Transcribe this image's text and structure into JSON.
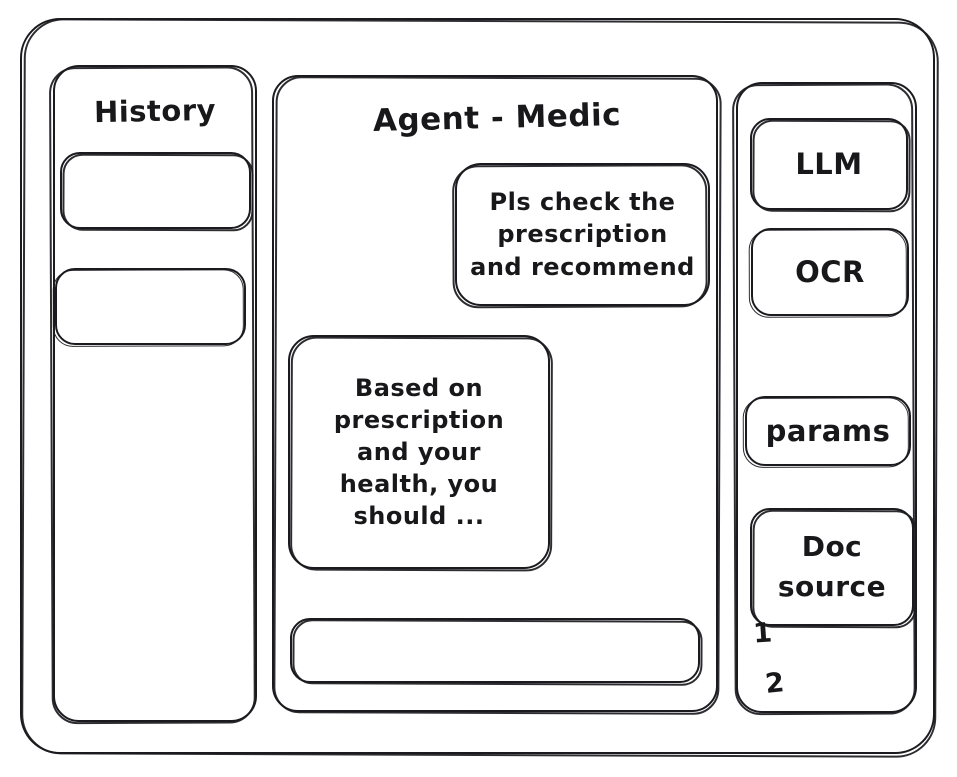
{
  "app": {
    "frame_label": "app-window",
    "accent": "#18181b",
    "background": "#ffffff"
  },
  "sidebar": {
    "title": "History",
    "items": [
      {
        "label": "",
        "name": "history-item-1"
      },
      {
        "label": "",
        "name": "history-item-2"
      }
    ]
  },
  "main": {
    "title": "Agent - Medic",
    "messages": [
      {
        "role": "user",
        "text": "Pls check the\nprescription\nand recommend"
      },
      {
        "role": "assistant",
        "text": "Based on\nprescription\nand your\nhealth, you\nshould ..."
      }
    ],
    "composer": {
      "value": "",
      "placeholder": ""
    }
  },
  "tools": {
    "items": [
      {
        "label": "LLM",
        "name": "tool-llm"
      },
      {
        "label": "OCR",
        "name": "tool-ocr"
      },
      {
        "label": "params",
        "name": "tool-params"
      }
    ],
    "doc_source": {
      "label": "Doc\nsource",
      "markers": [
        "1",
        "2"
      ]
    }
  }
}
